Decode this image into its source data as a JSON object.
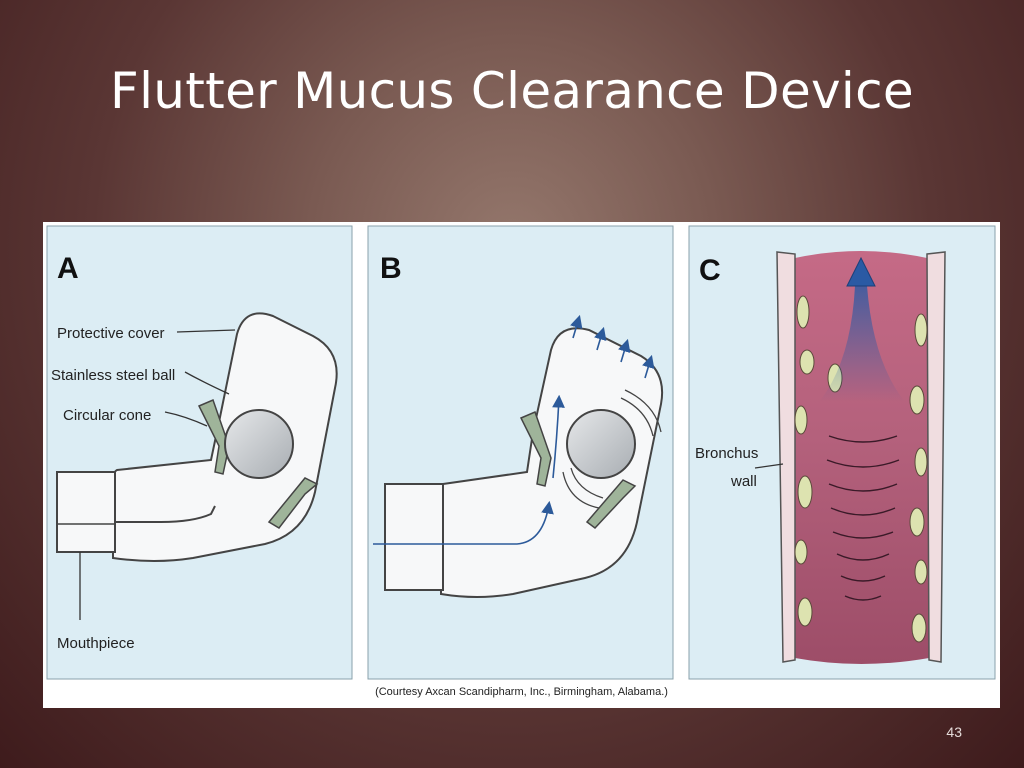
{
  "slide": {
    "title": "Flutter Mucus Clearance Device",
    "page_number": "43"
  },
  "figure": {
    "panels": [
      {
        "letter": "A",
        "labels": {
          "protective_cover": "Protective cover",
          "stainless_steel_ball": "Stainless steel ball",
          "circular_cone": "Circular cone",
          "mouthpiece": "Mouthpiece"
        }
      },
      {
        "letter": "B"
      },
      {
        "letter": "C",
        "labels": {
          "bronchus_line1": "Bronchus",
          "bronchus_line2": "wall"
        }
      }
    ],
    "caption": "(Courtesy Axcan Scandipharm, Inc., Birmingham, Alabama.)"
  },
  "colors": {
    "panel_bg": "#dcedf4",
    "device_fill": "#f7f8f9",
    "cone": "#9fb49a",
    "ball": "#c9cccf",
    "airflow": "#2c5a9a",
    "bronchus_lumen": "#b45f78",
    "mucus": "#dde3b0"
  }
}
